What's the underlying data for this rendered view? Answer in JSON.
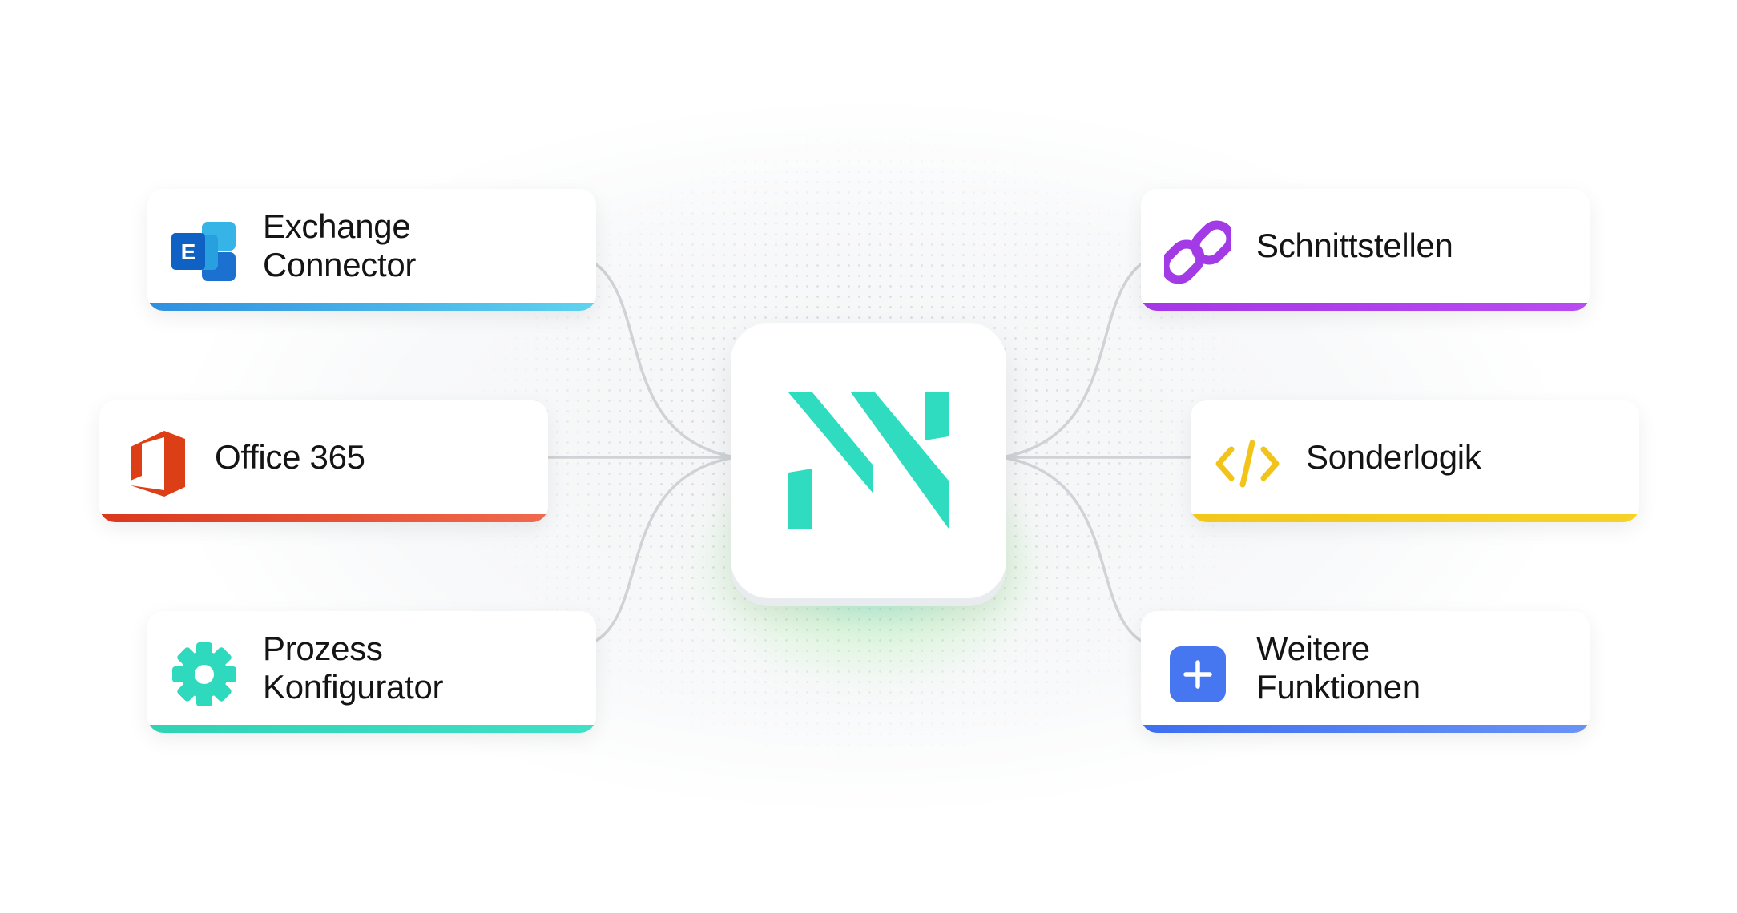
{
  "hub": {
    "logo": "nx-logo",
    "accent": "#2fdcc0"
  },
  "left": [
    {
      "id": "exchange",
      "lines": [
        "Exchange",
        "Connector"
      ],
      "icon": "exchange-icon",
      "bar": [
        "#2f8fe0",
        "#5fd3ef"
      ]
    },
    {
      "id": "office",
      "lines": [
        "Office 365"
      ],
      "icon": "office-icon",
      "bar": [
        "#d9381e",
        "#f06a4d"
      ]
    },
    {
      "id": "prozess",
      "lines": [
        "Prozess",
        "Konfigurator"
      ],
      "icon": "gear-icon",
      "bar": [
        "#2fd3b3",
        "#3ee0c7"
      ]
    }
  ],
  "right": [
    {
      "id": "schnitt",
      "lines": [
        "Schnittstellen"
      ],
      "icon": "link-icon",
      "bar": [
        "#a536e6",
        "#b84cf1"
      ]
    },
    {
      "id": "sonder",
      "lines": [
        "Sonderlogik"
      ],
      "icon": "code-icon",
      "bar": [
        "#f3c61a",
        "#f7d327"
      ]
    },
    {
      "id": "weitere",
      "lines": [
        "Weitere",
        "Funktionen"
      ],
      "icon": "plus-icon",
      "bar": [
        "#3d6ef0",
        "#6a93f6"
      ]
    }
  ]
}
